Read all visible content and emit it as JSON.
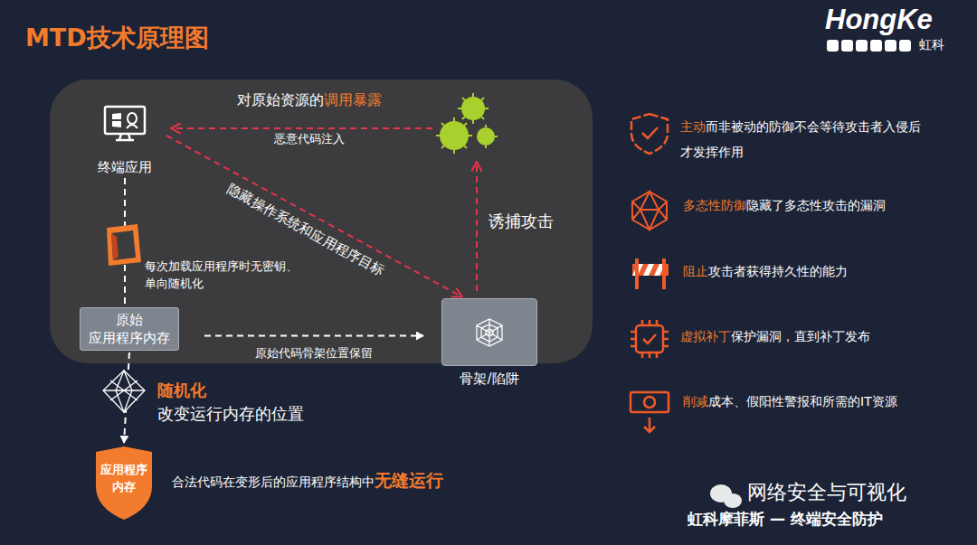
{
  "diagram": {
    "title": "MTD技术原理图",
    "nodes": [
      {
        "text": [
          "终端应用"
        ]
      },
      {
        "text": [
          "原始 应用程序内存"
        ]
      },
      {
        "text": [
          "骨架/陷阱"
        ]
      },
      {
        "text": [
          "应用程序 内存"
        ]
      }
    ],
    "edges": [
      {
        "from": 0,
        "to": 1,
        "arrow": "none"
      },
      {
        "from": 0,
        "to": 2,
        "arrow": "to",
        "label": "隐藏操作系统和应用程序目标"
      },
      {
        "from": 1,
        "to": 2,
        "arrow": "to",
        "label": "原始代码骨架位置保留"
      },
      {
        "from": 1,
        "to": 3,
        "arrow": "to"
      }
    ],
    "labels": [
      "HongKe",
      "虹科",
      "对原始资源的",
      "调用暴露",
      "恶意代码注入",
      "诱捕攻击",
      "每次加载应用程序时无密钥、单向随机化",
      "随机化",
      "改变运行内存的位置",
      "合法代码在变形后的应用程序结构中",
      "无缝运行",
      "主动",
      "而非被动的防御不会等待攻击者入侵后才发挥作用",
      "多态性防御",
      "隐藏了多态性攻击的漏洞",
      "阻止",
      "攻击者获得持久性的能力",
      "虚拟补丁",
      "保护漏洞，直到补丁发布",
      "削减",
      "成本、假阳性警报和所需的IT资源",
      "虹科摩菲斯 — 终端安全防护",
      "网络安全与可视化"
    ]
  }
}
